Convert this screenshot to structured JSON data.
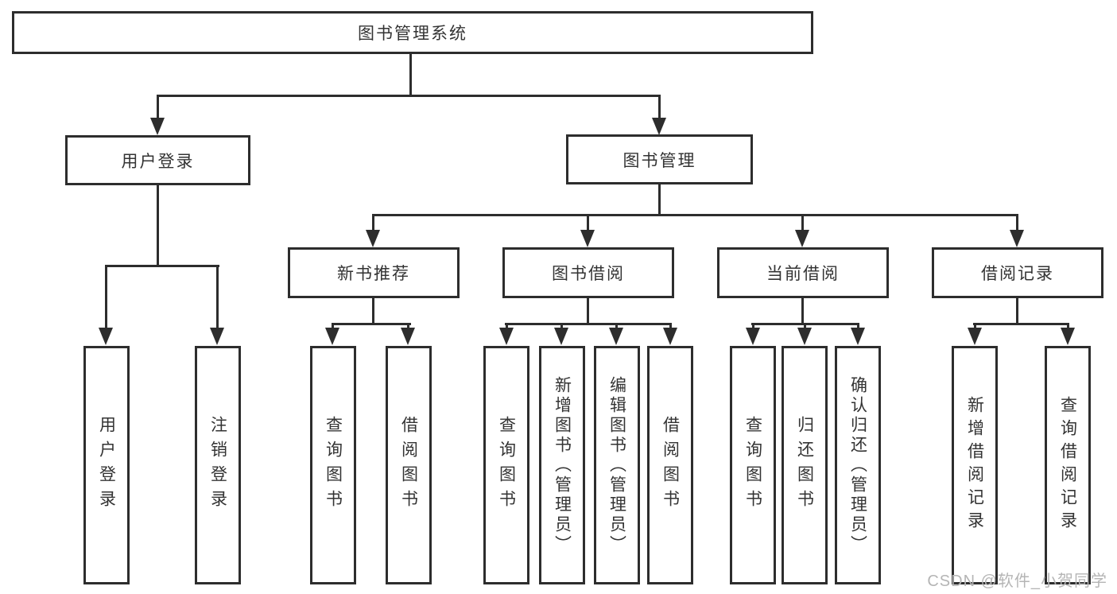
{
  "diagram_title": "图书管理系统",
  "nodes": {
    "root": "图书管理系统",
    "user_login": "用户登录",
    "book_management": "图书管理",
    "new_book_recommend": "新书推荐",
    "book_borrow": "图书借阅",
    "current_borrow": "当前借阅",
    "borrow_records": "借阅记录",
    "leaf_user_login": "用户登录",
    "leaf_logout": "注销登录",
    "leaf_query_books_a": "查询图书",
    "leaf_borrow_books_a": "借阅图书",
    "leaf_query_books_b": "查询图书",
    "leaf_add_books_admin": "新增图书（管理员）",
    "leaf_edit_books_admin": "编辑图书（管理员）",
    "leaf_borrow_books_b": "借阅图书",
    "leaf_query_books_c": "查询图书",
    "leaf_return_books": "归还图书",
    "leaf_confirm_return_admin": "确认归还（管理员）",
    "leaf_add_borrow_record": "新增借阅记录",
    "leaf_query_borrow_record": "查询借阅记录"
  },
  "edges": [
    [
      "root",
      "user_login"
    ],
    [
      "root",
      "book_management"
    ],
    [
      "user_login",
      "leaf_user_login"
    ],
    [
      "user_login",
      "leaf_logout"
    ],
    [
      "book_management",
      "new_book_recommend"
    ],
    [
      "book_management",
      "book_borrow"
    ],
    [
      "book_management",
      "current_borrow"
    ],
    [
      "book_management",
      "borrow_records"
    ],
    [
      "new_book_recommend",
      "leaf_query_books_a"
    ],
    [
      "new_book_recommend",
      "leaf_borrow_books_a"
    ],
    [
      "book_borrow",
      "leaf_query_books_b"
    ],
    [
      "book_borrow",
      "leaf_add_books_admin"
    ],
    [
      "book_borrow",
      "leaf_edit_books_admin"
    ],
    [
      "book_borrow",
      "leaf_borrow_books_b"
    ],
    [
      "current_borrow",
      "leaf_query_books_c"
    ],
    [
      "current_borrow",
      "leaf_return_books"
    ],
    [
      "current_borrow",
      "leaf_confirm_return_admin"
    ],
    [
      "borrow_records",
      "leaf_add_borrow_record"
    ],
    [
      "borrow_records",
      "leaf_query_borrow_record"
    ]
  ],
  "colors": {
    "line": "#2d2d2d",
    "text": "#333333",
    "watermark": "#b5b5b5",
    "background": "#ffffff"
  },
  "watermark": "CSDN @软件_小贺同学"
}
